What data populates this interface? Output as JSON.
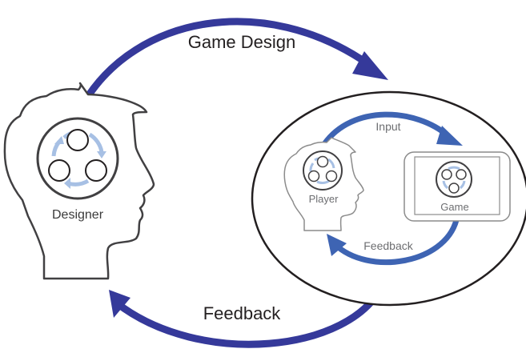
{
  "diagram": {
    "outer_loop": {
      "top_label": "Game Design",
      "bottom_label": "Feedback",
      "color": "#35399a"
    },
    "designer": {
      "label": "Designer",
      "outline_color": "#414042",
      "cycle_color": "#a7c0e4"
    },
    "play_system": {
      "input_label": "Input",
      "feedback_label": "Feedback",
      "loop_color": "#3e64b3",
      "player": {
        "label": "Player"
      },
      "game": {
        "label": "Game"
      },
      "outline_color": "#8c8c8c"
    }
  }
}
